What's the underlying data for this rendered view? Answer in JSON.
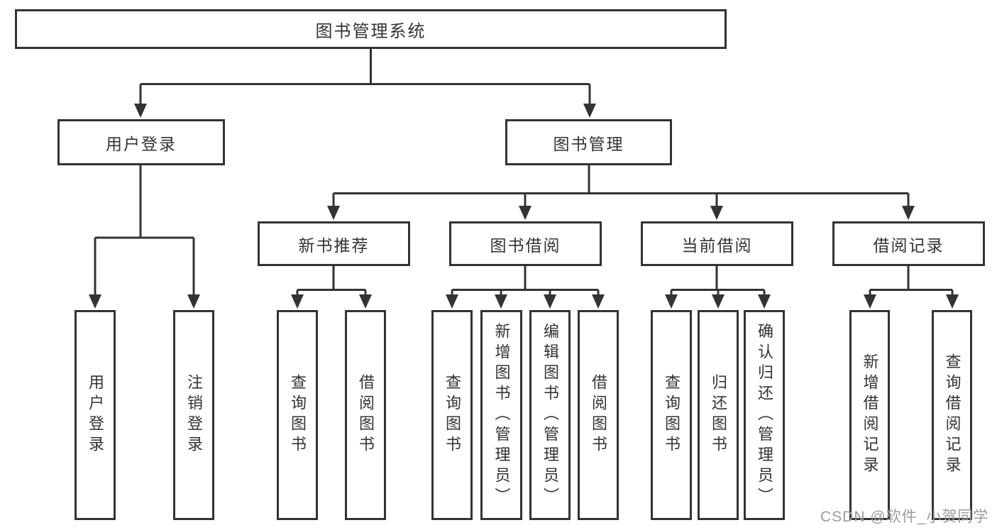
{
  "colors": {
    "line": "#333333",
    "box_border": "#333333",
    "text": "#333333",
    "watermark": "#9b9b9b",
    "background": "#ffffff"
  },
  "watermark": {
    "text": "CSDN @软件_小贺同学"
  },
  "tree": {
    "root": {
      "label": "图书管理系统",
      "children": [
        {
          "label": "用户登录",
          "children": [
            {
              "label": "用户登录"
            },
            {
              "label": "注销登录"
            }
          ]
        },
        {
          "label": "图书管理",
          "children": [
            {
              "label": "新书推荐",
              "children": [
                {
                  "label": "查询图书"
                },
                {
                  "label": "借阅图书"
                }
              ]
            },
            {
              "label": "图书借阅",
              "children": [
                {
                  "label": "查询图书"
                },
                {
                  "label": "新增图书（管理员）"
                },
                {
                  "label": "编辑图书（管理员）"
                },
                {
                  "label": "借阅图书"
                }
              ]
            },
            {
              "label": "当前借阅",
              "children": [
                {
                  "label": "查询图书"
                },
                {
                  "label": "归还图书"
                },
                {
                  "label": "确认归还（管理员）"
                }
              ]
            },
            {
              "label": "借阅记录",
              "children": [
                {
                  "label": "新增借阅记录"
                },
                {
                  "label": "查询借阅记录"
                }
              ]
            }
          ]
        }
      ]
    }
  }
}
